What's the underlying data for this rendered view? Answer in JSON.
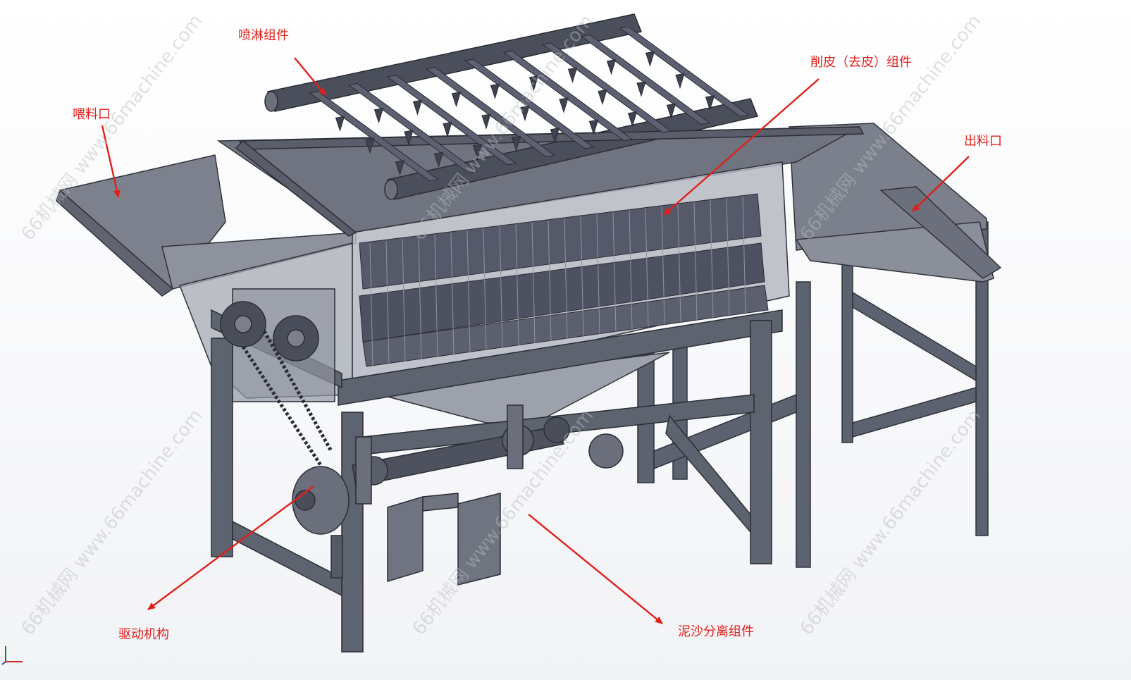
{
  "callouts": {
    "spray": "喷淋组件",
    "feed_inlet": "喂料口",
    "peeling": "削皮（去皮）组件",
    "outlet": "出料口",
    "drive": "驱动机构",
    "mud_separation": "泥沙分离组件"
  },
  "watermark": "66机械网 www.66machine.com",
  "colors": {
    "callout": "#e0201b",
    "steel": "#6a6f7c",
    "steel_dark": "#3e424c",
    "steel_light": "#9aa0ab",
    "glass": "#b8bcc4"
  }
}
